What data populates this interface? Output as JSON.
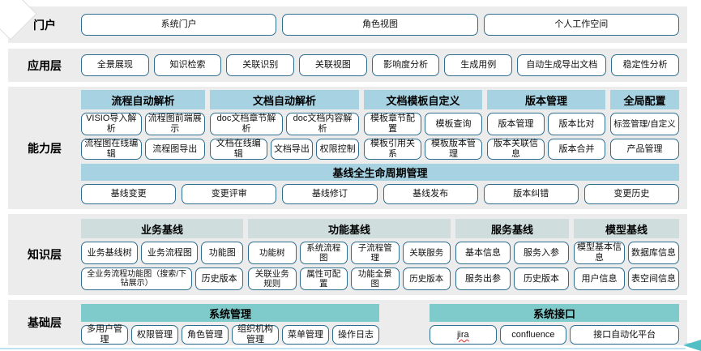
{
  "colors": {
    "band_bg": "#ececec",
    "button_border": "#2e6e8e",
    "capability_header_bg": "#a6d2e2",
    "knowledge_header_bg": "#cfdddd",
    "base_header_bg": "#7fcaca",
    "arrow_accent": "#52bfc4"
  },
  "portal": {
    "label": "门户",
    "buttons": [
      "系统门户",
      "角色视图",
      "个人工作空间"
    ]
  },
  "application": {
    "label": "应用层",
    "buttons": [
      "全景展现",
      "知识检索",
      "关联识别",
      "关联视图",
      "影响度分析",
      "生成用例",
      "自动生成导出文档",
      "稳定性分析"
    ]
  },
  "capability": {
    "label": "能力层",
    "groups": [
      {
        "title": "流程自动解析",
        "rows": [
          [
            "VISIO导入解析",
            "流程图前端展示"
          ],
          [
            "流程图在线编辑",
            "流程图导出"
          ]
        ]
      },
      {
        "title": "文档自动解析",
        "rows": [
          [
            "doc文档章节解析",
            "doc文档内容解析"
          ],
          [
            "文档在线编辑",
            "文档导出",
            "权限控制"
          ]
        ]
      },
      {
        "title": "文档模板自定义",
        "rows": [
          [
            "模板章节配置",
            "模板查询"
          ],
          [
            "模板引用关系",
            "模板版本管理"
          ]
        ]
      },
      {
        "title": "版本管理",
        "rows": [
          [
            "版本管理",
            "版本比对"
          ],
          [
            "版本关联信息",
            "版本合并"
          ]
        ]
      },
      {
        "title": "全局配置",
        "rows": [
          [
            "标签管理/自定义"
          ],
          [
            "产品管理"
          ]
        ]
      }
    ],
    "baseline": {
      "title": "基线全生命周期管理",
      "buttons": [
        "基线变更",
        "变更评审",
        "基线修订",
        "基线发布",
        "版本纠错",
        "变更历史"
      ]
    }
  },
  "knowledge": {
    "label": "知识层",
    "groups": [
      {
        "title": "业务基线",
        "rows": [
          [
            "业务基线树",
            "业务流程图",
            "功能图"
          ],
          [
            "全业务流程功能图（搜索/下钻展示）",
            "历史版本"
          ]
        ]
      },
      {
        "title": "功能基线",
        "rows": [
          [
            "功能树",
            "系统流程图",
            "子流程管理",
            "关联服务"
          ],
          [
            "关联业务规则",
            "属性可配置",
            "功能全景图",
            "历史版本"
          ]
        ]
      },
      {
        "title": "服务基线",
        "rows": [
          [
            "基本信息",
            "服务入参"
          ],
          [
            "服务出参",
            "历史版本"
          ]
        ]
      },
      {
        "title": "模型基线",
        "rows": [
          [
            "模型基本信息",
            "数据库信息"
          ],
          [
            "用户信息",
            "表空间信息"
          ]
        ]
      }
    ]
  },
  "base": {
    "label": "基础层",
    "groups": [
      {
        "title": "系统管理",
        "buttons": [
          "多用户管理",
          "权限管理",
          "角色管理",
          "组织机构管理",
          "菜单管理",
          "操作日志"
        ]
      },
      {
        "title": "系统接口",
        "buttons": [
          "jira",
          "confluence",
          "接口自动化平台"
        ]
      }
    ]
  }
}
